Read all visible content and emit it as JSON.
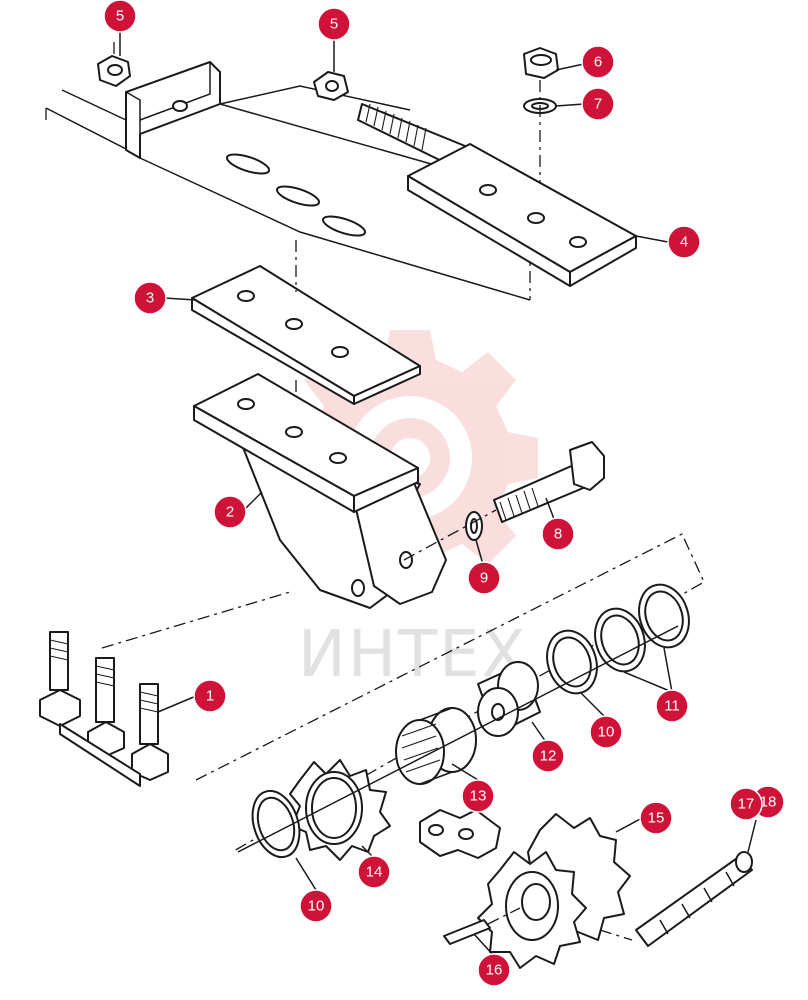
{
  "watermark": {
    "text": "ИНТЕХ",
    "logo": "gear-logo-icon",
    "color": "#e23b3b"
  },
  "callout_color": "#cf1238",
  "callouts": [
    {
      "id": "c5a",
      "label": "5"
    },
    {
      "id": "c5b",
      "label": "5"
    },
    {
      "id": "c6",
      "label": "6"
    },
    {
      "id": "c7",
      "label": "7"
    },
    {
      "id": "c4",
      "label": "4"
    },
    {
      "id": "c3",
      "label": "3"
    },
    {
      "id": "c2",
      "label": "2"
    },
    {
      "id": "c8",
      "label": "8"
    },
    {
      "id": "c9",
      "label": "9"
    },
    {
      "id": "c1",
      "label": "1"
    },
    {
      "id": "c11",
      "label": "11"
    },
    {
      "id": "c10a",
      "label": "10"
    },
    {
      "id": "c12",
      "label": "12"
    },
    {
      "id": "c13",
      "label": "13"
    },
    {
      "id": "c14",
      "label": "14"
    },
    {
      "id": "c15",
      "label": "15"
    },
    {
      "id": "c18",
      "label": "18"
    },
    {
      "id": "c17",
      "label": "17"
    },
    {
      "id": "c10b",
      "label": "10"
    },
    {
      "id": "c16",
      "label": "16"
    }
  ]
}
